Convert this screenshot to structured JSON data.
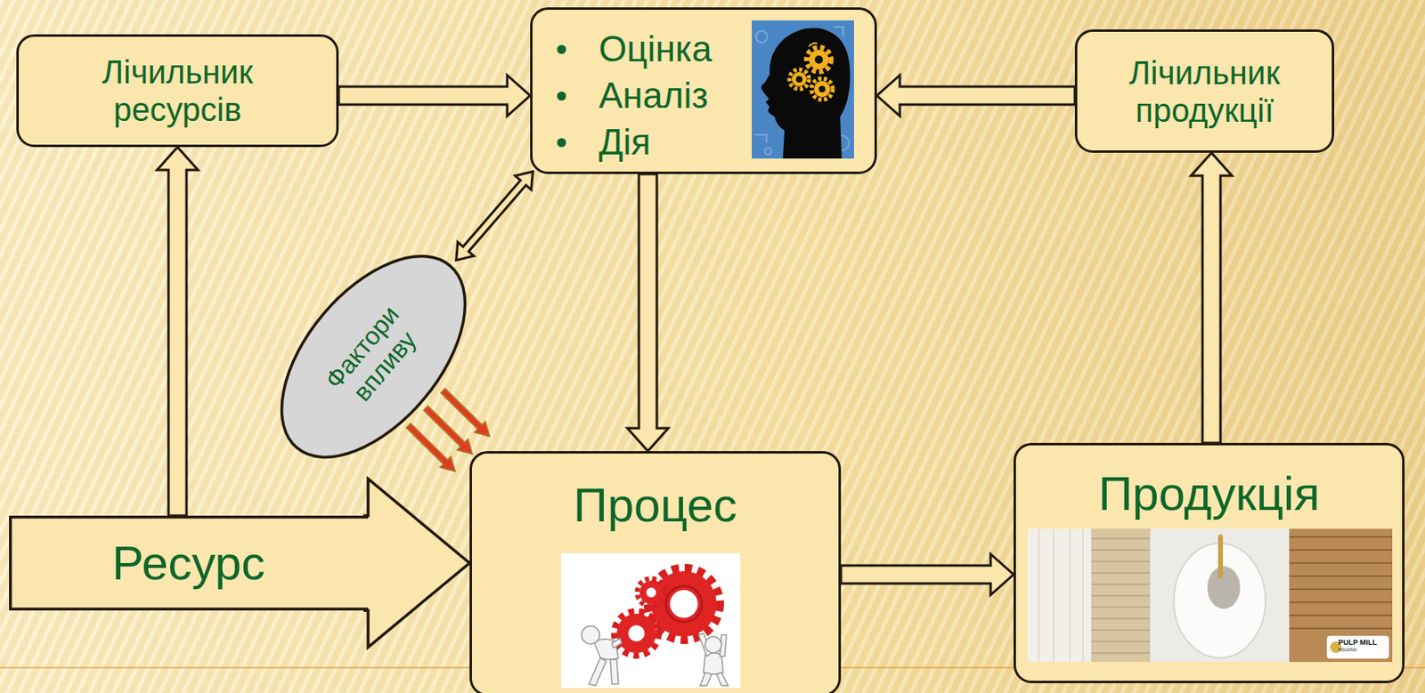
{
  "diagram": {
    "nodes": [
      {
        "text": [
          "Лічильник ресурсів"
        ]
      },
      {
        "text": [
          "Оцінка",
          "Аналіз",
          "Дія"
        ]
      },
      {
        "text": [
          "Лічильник продукції"
        ]
      },
      {
        "text": [
          "Фактори впливу"
        ]
      },
      {
        "text": [
          "Ресурс"
        ]
      },
      {
        "text": [
          "Процес"
        ]
      },
      {
        "text": [
          "Продукція"
        ]
      }
    ],
    "edges": [
      {
        "from": 4,
        "to": 0,
        "arrow": "to"
      },
      {
        "from": 0,
        "to": 1,
        "arrow": "to"
      },
      {
        "from": 2,
        "to": 1,
        "arrow": "to"
      },
      {
        "from": 1,
        "to": 5,
        "arrow": "to"
      },
      {
        "from": 3,
        "to": 1,
        "arrow": "both"
      },
      {
        "from": 3,
        "to": 5,
        "arrow": "to"
      },
      {
        "from": 4,
        "to": 5,
        "arrow": "to"
      },
      {
        "from": 5,
        "to": 6,
        "arrow": "to"
      },
      {
        "from": 6,
        "to": 2,
        "arrow": "to"
      }
    ],
    "labels": [
      "PULP MILL",
      "HOLDING"
    ]
  }
}
